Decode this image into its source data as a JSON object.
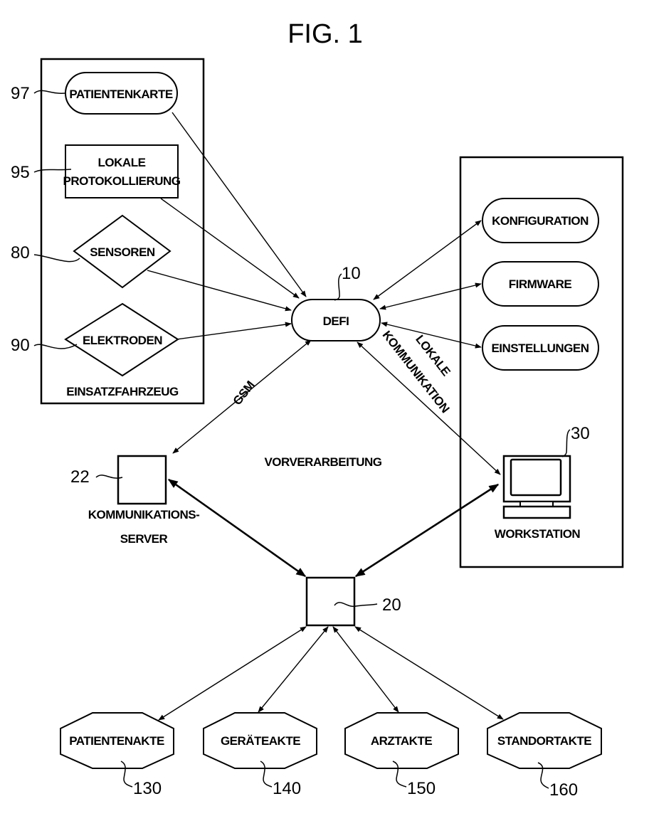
{
  "figure": {
    "title": "FIG. 1",
    "center_label": "VORVERARBEITUNG"
  },
  "groups": {
    "vehicle": {
      "label": "EINSATZFAHRZEUG"
    }
  },
  "nodes": {
    "patientenkarte": {
      "label": "PATIENTENKARTE",
      "ref": "97"
    },
    "protokollierung": {
      "label_line1": "LOKALE",
      "label_line2": "PROTOKOLLIERUNG",
      "ref": "95"
    },
    "sensoren": {
      "label": "SENSOREN",
      "ref": "80"
    },
    "elektroden": {
      "label": "ELEKTRODEN",
      "ref": "90"
    },
    "defi": {
      "label": "DEFI",
      "ref": "10"
    },
    "konfiguration": {
      "label": "KONFIGURATION"
    },
    "firmware": {
      "label": "FIRMWARE"
    },
    "einstellungen": {
      "label": "EINSTELLUNGEN"
    },
    "workstation": {
      "label": "WORKSTATION",
      "ref": "30"
    },
    "kommserver": {
      "label_line1": "KOMMUNIKATIONS-",
      "label_line2": "SERVER",
      "ref": "22"
    },
    "center": {
      "ref": "20"
    },
    "patientenakte": {
      "label": "PATIENTENAKTE",
      "ref": "130"
    },
    "geraeteakte": {
      "label": "GERÄTEAKTE",
      "ref": "140"
    },
    "arztakte": {
      "label": "ARZTAKTE",
      "ref": "150"
    },
    "standortakte": {
      "label": "STANDORTAKTE",
      "ref": "160"
    }
  },
  "edges": {
    "gsm": {
      "label": "GSM"
    },
    "lokale_line1": "LOKALE",
    "lokale_line2": "KOMMUNIKATION"
  }
}
